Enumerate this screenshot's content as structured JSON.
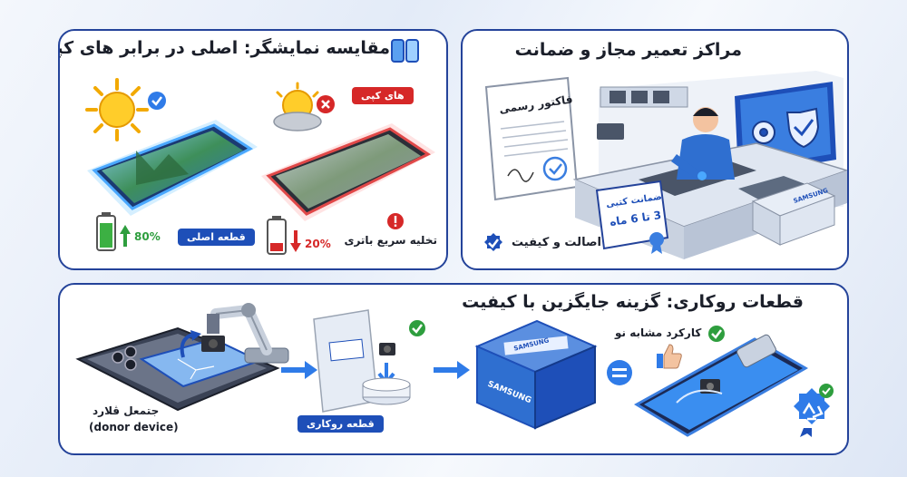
{
  "comparison": {
    "title": "مقایسه نمایشگر: اصلی در برابر های کپی",
    "copy_badge": "های کپی",
    "original_badge": "قطعه اصلی",
    "original_battery": "80%",
    "copy_battery": "20%",
    "drain_label": "تخلیه سریع باتری"
  },
  "service": {
    "title": "مراکز تعمیر مجاز و ضمانت",
    "invoice_label": "فاکتور رسمی",
    "warranty_line1": "ضمانت کتبی",
    "warranty_line2": "3 تا 6 ماه",
    "quality_label": "اصالت و کیفیت",
    "brand": "SAMSUNG"
  },
  "refurb": {
    "title": "قطعات روکاری: گزینه جایگزین با کیفیت",
    "donor_line1": "جتمعل ڤلارد",
    "donor_line2": "(donor device)",
    "part_label": "قطعه روکاری",
    "like_new_label": "کارکرد مشابه نو",
    "box_brand_top": "SAMSUNG",
    "box_brand_front": "SAMSUNG"
  },
  "colors": {
    "accent_blue": "#1e4fb8",
    "badge_red": "#d62828",
    "check_green": "#2e9e3e"
  }
}
